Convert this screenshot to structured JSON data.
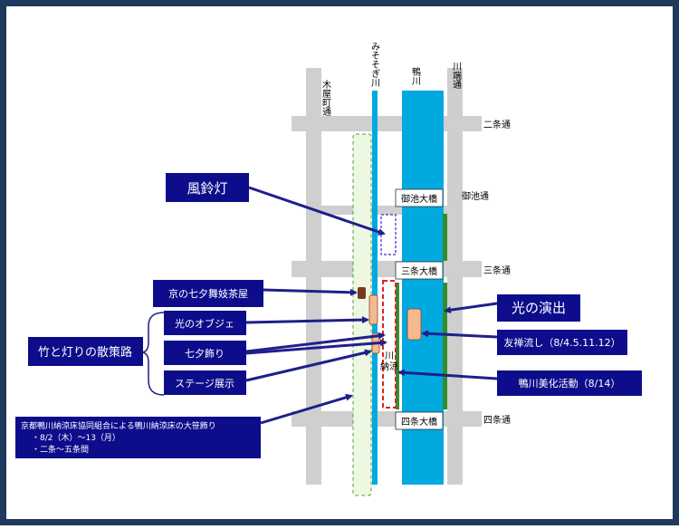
{
  "colors": {
    "frame": "#1f3a5c",
    "street": "#cfcfcf",
    "kamogawa": "#00a9e0",
    "misosogi": "#00a9e0",
    "callout": "#0d0d8c",
    "arrow": "#1f1f8c",
    "promenade_fill": "#eef7e2",
    "promenade_border": "#4fa33a",
    "objet": "#f5b98f",
    "lantern_box": "#3333cc",
    "noryo_border": "#e02020",
    "brown": "#7a3a1a",
    "green_edge": "#2f8f2f"
  },
  "streets": {
    "kiyamachi": "木屋町通",
    "misosogi": "みそそぎ川",
    "kamogawa": "鴨川",
    "kawabata": "川端通",
    "nijo": "二条通",
    "oike": "御池通",
    "sanjo": "三条通",
    "shijo": "四条通"
  },
  "bridges": {
    "oike": "御池大橋",
    "sanjo": "三条大橋",
    "shijo": "四条大橋"
  },
  "labels": {
    "noryo": "納涼",
    "kawa": "川",
    "furinto": "風鈴灯",
    "ochaya": "京の七夕舞妓茶屋",
    "objet": "光のオブジェ",
    "tanabata": "七夕飾り",
    "stage": "ステージ展示",
    "sanpomichi": "竹と灯りの散策路",
    "hikari": "光の演出",
    "yuzen": "友禅流し（8/4.5.11.12）",
    "bika": "鴨川美化活動（8/14）",
    "sasa_title": "京都鴨川納涼床協同組合による鴨川納涼床の大笹飾り",
    "sasa_date": "・8/2（木）～13（月）",
    "sasa_area": "・二条～五条間"
  }
}
